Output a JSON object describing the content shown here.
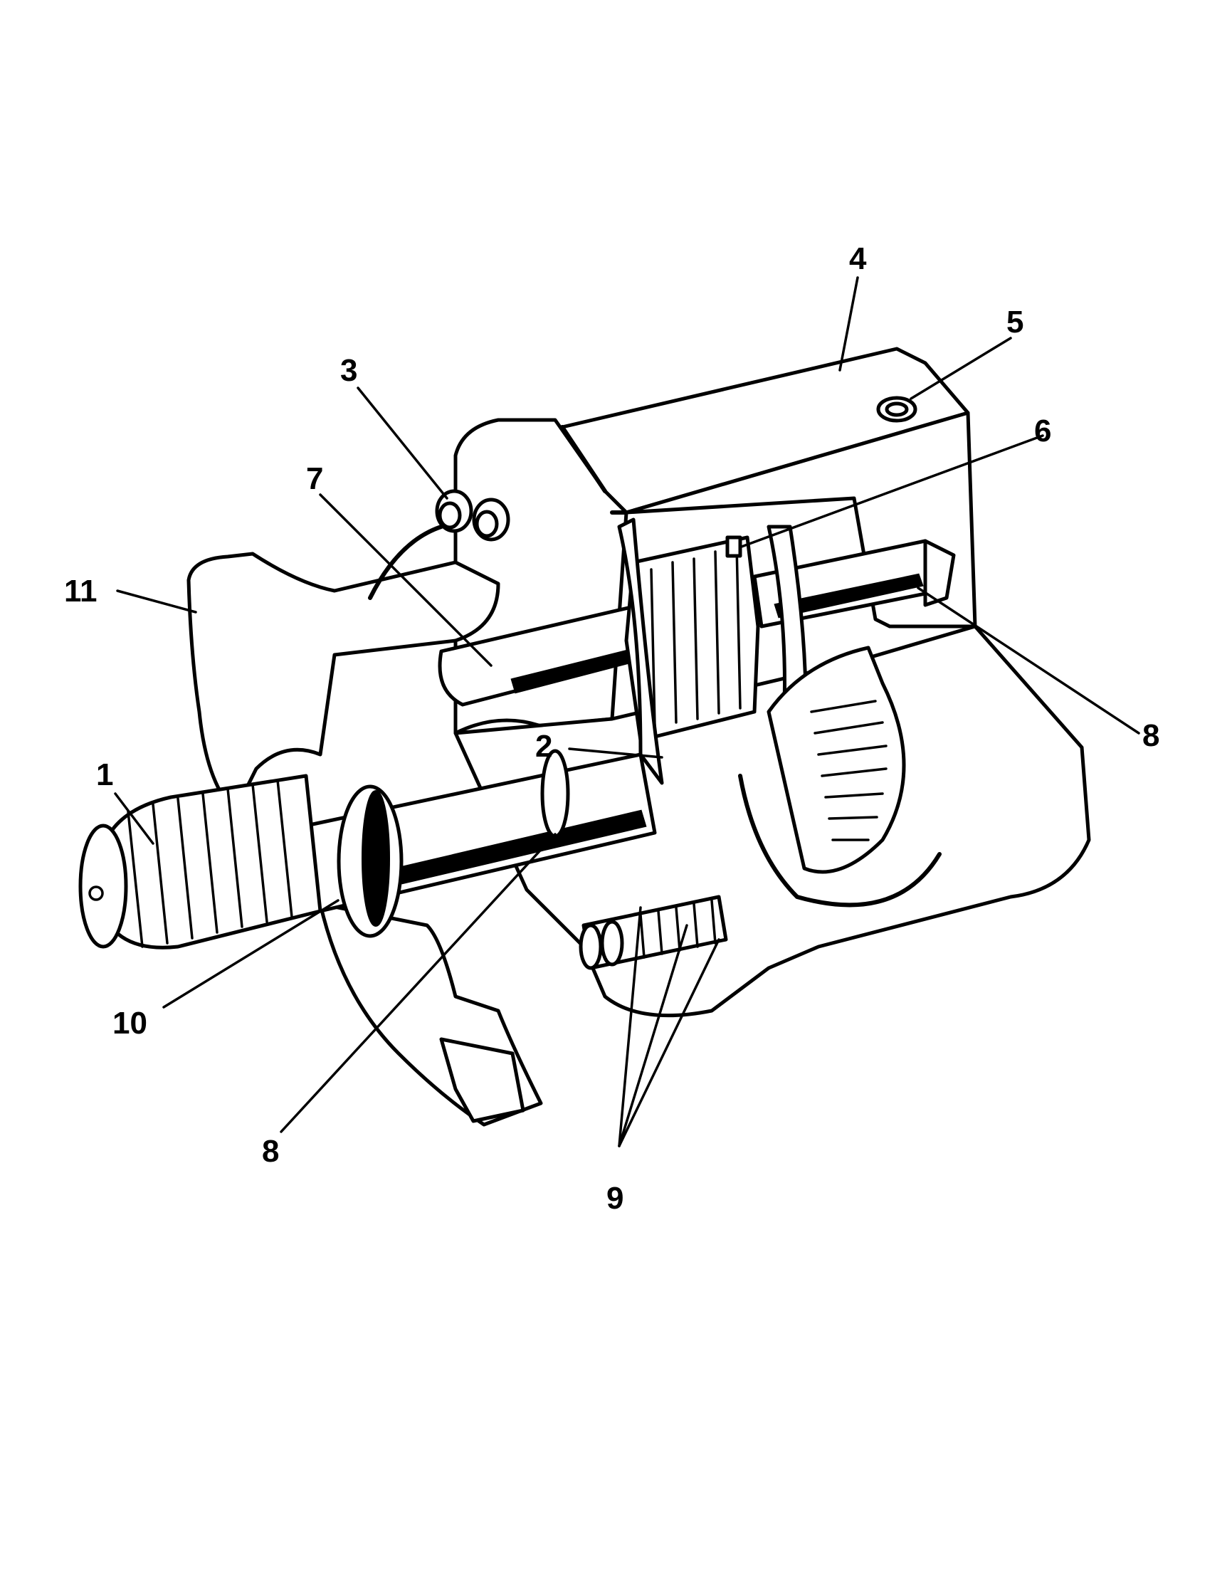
{
  "callouts": {
    "c1": "1",
    "c2": "2",
    "c3": "3",
    "c4": "4",
    "c5": "5",
    "c6": "6",
    "c7": "7",
    "c8a": "8",
    "c8b": "8",
    "c9": "9",
    "c10": "10",
    "c11": "11"
  },
  "colors": {
    "line": "#000000",
    "background": "#ffffff"
  }
}
